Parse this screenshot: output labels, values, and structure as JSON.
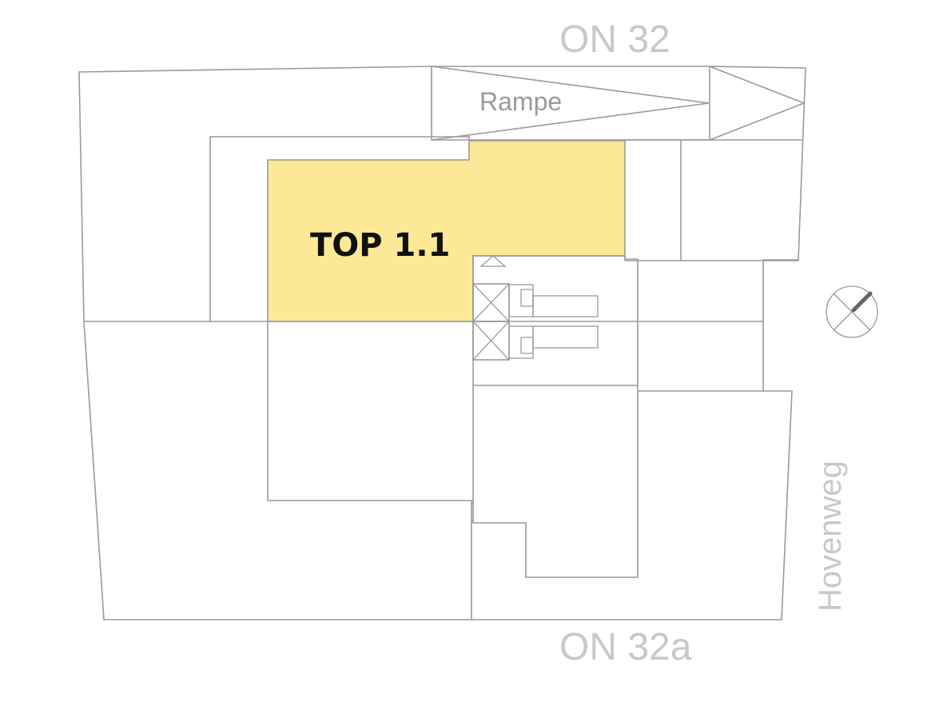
{
  "labels": {
    "street_top": "ON 32",
    "street_bottom": "ON 32a",
    "street_side": "Hovenweg",
    "ramp": "Rampe",
    "unit": "TOP 1.1"
  },
  "colors": {
    "highlight_fill": "#fce896",
    "wall_stroke": "#9a9a9a",
    "street_text": "#c8c8c8",
    "unit_text": "#111111"
  },
  "icons": {
    "compass": "compass-icon",
    "stair": "stair-icon",
    "shaft": "shaft-icon"
  }
}
